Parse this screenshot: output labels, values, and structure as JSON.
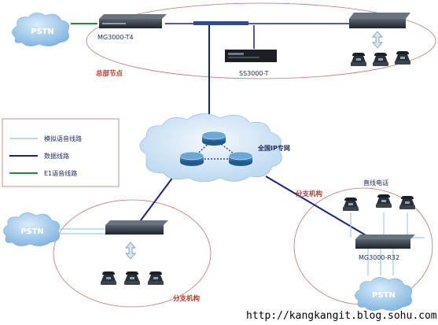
{
  "labels": {
    "mg3000_t4": "MG3000-T4",
    "ss3000_t": "SS3000-T",
    "hq_node": "总部节点",
    "national_ip": "全国IP专网",
    "branch_right": "分支机构",
    "branch_left": "分支机构",
    "direct_phone": "直线电话",
    "mg3000_r32": "MG3000-R32"
  },
  "pstn": {
    "top_left": "PSTN",
    "bottom_left": "PSTN",
    "bottom_right": "PSTN"
  },
  "legend": {
    "items": [
      {
        "label": "模拟语音线路",
        "color": "#9ecbea"
      },
      {
        "label": "数据线路",
        "color": "#1a237e"
      },
      {
        "label": "E1语音线路",
        "color": "#1e8a3a"
      }
    ]
  },
  "watermark": "http://kangkangit.blog.sohu.com",
  "colors": {
    "data_line": "#1a237e",
    "analog_line": "#9ecbea",
    "e1_line": "#1e8a3a",
    "ellipse": "#c0746f",
    "cloud": "#cfe3f5",
    "router": "#2f6fa0"
  }
}
